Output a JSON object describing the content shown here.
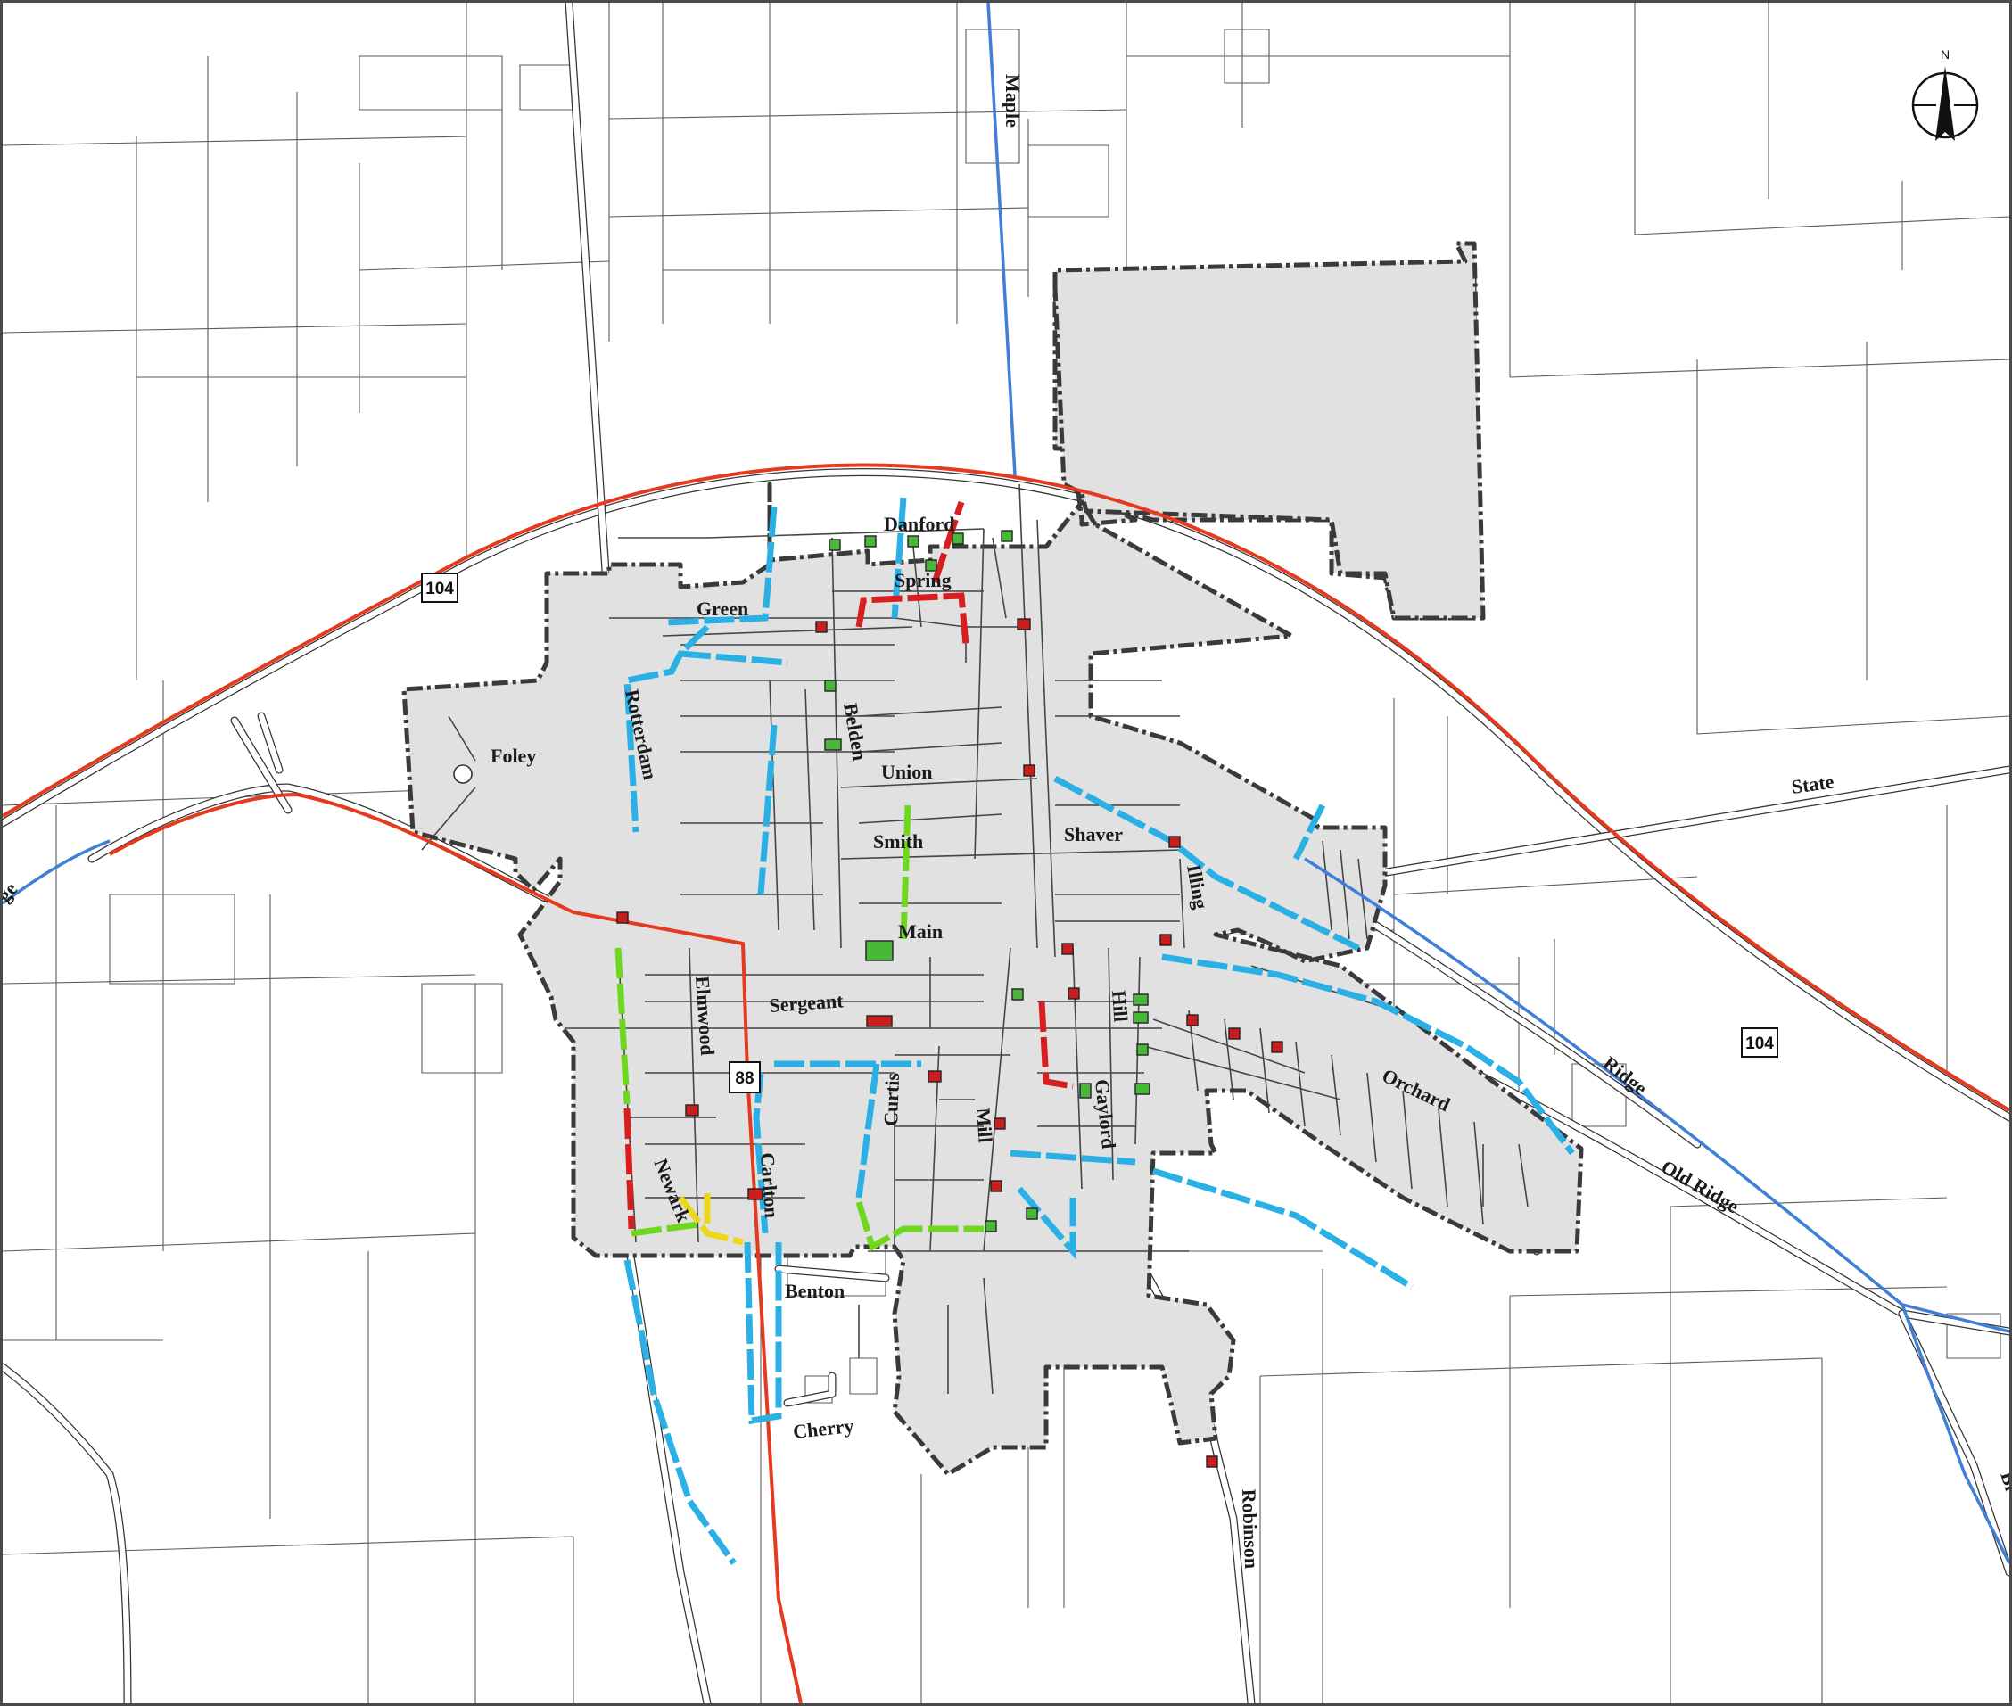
{
  "map": {
    "north_label": "N",
    "route_shields": [
      {
        "label": "104"
      },
      {
        "label": "104"
      },
      {
        "label": "88"
      }
    ],
    "streets": [
      {
        "name": "Maple"
      },
      {
        "name": "Danford"
      },
      {
        "name": "Spring"
      },
      {
        "name": "Green"
      },
      {
        "name": "Rotterdam"
      },
      {
        "name": "Foley"
      },
      {
        "name": "Belden"
      },
      {
        "name": "Union"
      },
      {
        "name": "Smith"
      },
      {
        "name": "Shaver"
      },
      {
        "name": "Main"
      },
      {
        "name": "Illing"
      },
      {
        "name": "State"
      },
      {
        "name": "Sergeant"
      },
      {
        "name": "Elmwood"
      },
      {
        "name": "Hill"
      },
      {
        "name": "Orchard"
      },
      {
        "name": "Ridge"
      },
      {
        "name": "Curtis"
      },
      {
        "name": "Mill"
      },
      {
        "name": "Gaylord"
      },
      {
        "name": "Carlton"
      },
      {
        "name": "Newark"
      },
      {
        "name": "Old Ridge"
      },
      {
        "name": "Benton"
      },
      {
        "name": "Cherry"
      },
      {
        "name": "Robinson"
      },
      {
        "name": "ge"
      },
      {
        "name": "Bl"
      }
    ],
    "colors": {
      "state_route": "#e53a1e",
      "water_main": "#3f7fd6",
      "village_fill": "#e1e1e1",
      "seg_blue": "#2ab0e4",
      "seg_red": "#d81e1e",
      "seg_green": "#6fd81e",
      "seg_yellow": "#ecd81a",
      "hydrant_red": "#c81e1e",
      "hydrant_green": "#49b83a"
    }
  }
}
